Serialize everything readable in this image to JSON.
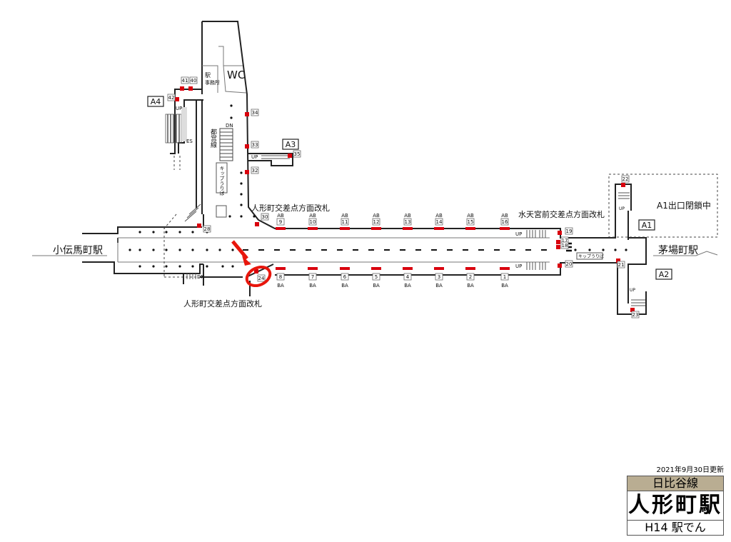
{
  "map": {
    "office_1": "駅",
    "office_2": "事務所",
    "wc": "WC",
    "toei_line": "都営線",
    "ticket_1": "キップうりば",
    "ticket_2": "キップうりば",
    "gate_north": "人形町交差点方面改札",
    "gate_south": "人形町交差点方面改札",
    "gate_east": "水天宮前交差点方面改札",
    "west_station": "小伝馬町駅",
    "east_station": "茅場町駅",
    "a1_closed": "A1出口閉鎖中",
    "exits": {
      "a1": "A1",
      "a2": "A2",
      "a3": "A3",
      "a4": "A4"
    },
    "stair_labels": {
      "up": "UP",
      "dn": "DN",
      "es": "ES"
    },
    "top_cars": {
      "dir": "AB",
      "numbers": [
        "9",
        "10",
        "11",
        "12",
        "13",
        "14",
        "15",
        "16"
      ]
    },
    "bottom_cars": {
      "dir": "BA",
      "numbers": [
        "8",
        "7",
        "6",
        "5",
        "4",
        "3",
        "2",
        "1"
      ]
    },
    "points": {
      "p41": "41",
      "p40": "40",
      "p42": "42",
      "p34": "34",
      "p33": "33",
      "p35": "35",
      "p32": "32",
      "p30": "30",
      "p28": "28",
      "p24": "24",
      "p19": "19",
      "p17": "17",
      "p18": "18",
      "p20": "20",
      "p21": "21",
      "p22": "22",
      "p23": "23"
    },
    "highlight_color": "#e8160c"
  },
  "footer": {
    "updated": "2021年9月30日更新",
    "line": "日比谷線",
    "station": "人形町駅",
    "code": "H14 駅でん"
  }
}
